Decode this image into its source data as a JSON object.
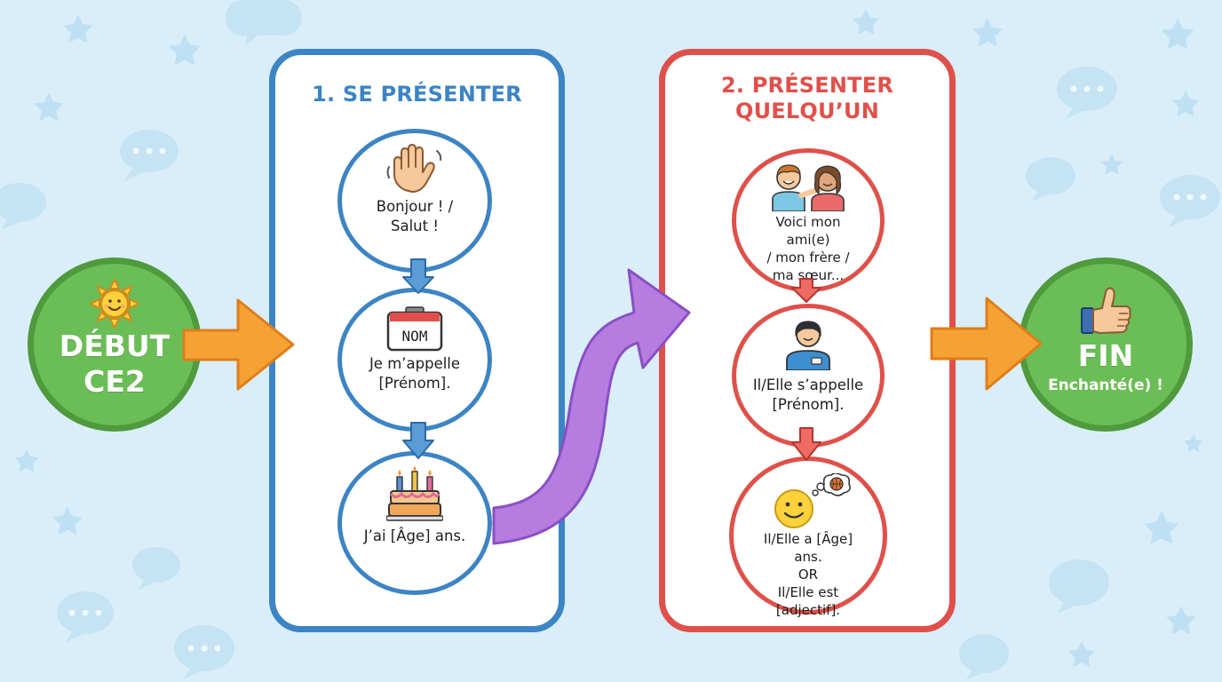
{
  "colors": {
    "background": "#d9eef9",
    "blue": "#3c84c4",
    "red": "#e0504a",
    "green": "#6bbd56",
    "orange": "#f5a234",
    "purple": "#b57de0"
  },
  "start": {
    "label": "DÉBUT\nCE2",
    "icon": "sun-icon"
  },
  "end": {
    "label": "FIN",
    "sublabel": "Enchanté(e) !",
    "icon": "thumbs-up-icon"
  },
  "section1": {
    "title": "1. SE PRÉSENTER",
    "steps": [
      {
        "text": "Bonjour ! /\nSalut !",
        "icon": "waving-hand-icon"
      },
      {
        "text": "Je m’appelle\n[Prénom].",
        "icon": "name-tag-icon",
        "badge": "NOM"
      },
      {
        "text": "J’ai [Âge] ans.",
        "icon": "birthday-cake-icon"
      }
    ]
  },
  "section2": {
    "title": "2. PRÉSENTER\nQUELQU’UN",
    "steps": [
      {
        "text": "Voici mon ami(e)\n/ mon frère /\nma sœur...",
        "icon": "two-kids-icon"
      },
      {
        "text": "Il/Elle s’appelle\n[Prénom].",
        "icon": "person-badge-icon"
      },
      {
        "text": "Il/Elle a [Âge] ans.\nOR\nIl/Elle est [adjectif].",
        "icon": "smiley-thought-icon"
      }
    ]
  }
}
